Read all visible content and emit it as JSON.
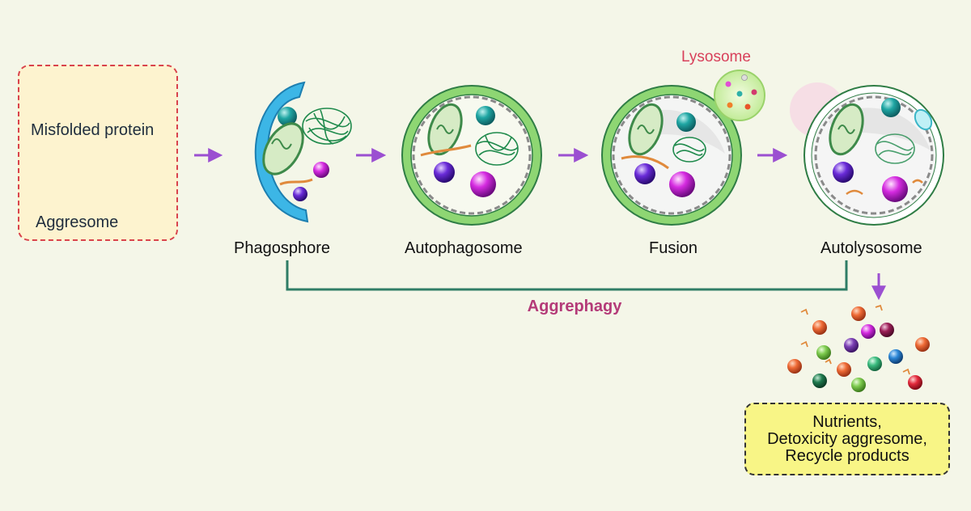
{
  "legend": {
    "misfolded_protein": "Misfolded protein",
    "aggresome": "Aggresome"
  },
  "stages": {
    "phagosphore": "Phagosphore",
    "autophagosome": "Autophagosome",
    "fusion": "Fusion",
    "autolysosome": "Autolysosome"
  },
  "lysosome_label": "Lysosome",
  "process_label": "Aggrephagy",
  "result": {
    "line1": "Nutrients,",
    "line2": "Detoxicity aggresome,",
    "line3": "Recycle products"
  },
  "colors": {
    "membrane_green": "#8ed673",
    "membrane_dark": "#2f7d45",
    "phagophore_blue": "#3cb6e6",
    "arrow_purple": "#9b4fd1",
    "bracket_green": "#2f7d66",
    "aggrephagy_text": "#b43a78",
    "lysosome_text": "#d8405a"
  }
}
